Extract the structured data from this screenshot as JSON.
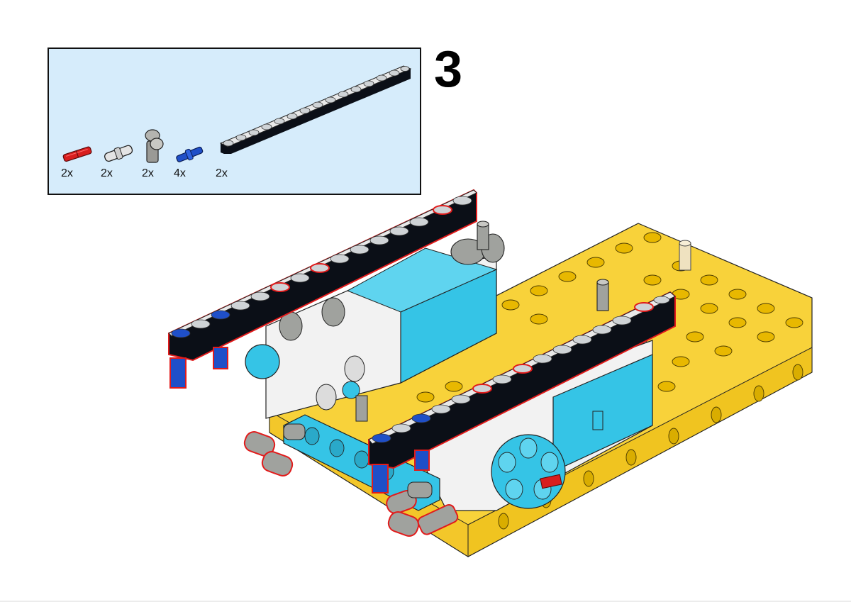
{
  "step": {
    "number": "3"
  },
  "parts_callout": {
    "background": "#d6ecfb",
    "parts": [
      {
        "name": "axle-2-red",
        "color": "#d81e1e",
        "quantity": "2x"
      },
      {
        "name": "connector-peg-light-gray",
        "color": "#c8c8c8",
        "quantity": "2x"
      },
      {
        "name": "angle-connector-gray",
        "color": "#9a9a96",
        "quantity": "2x"
      },
      {
        "name": "axle-peg-blue",
        "color": "#1f4fc8",
        "quantity": "4x"
      },
      {
        "name": "beam-15-black",
        "color": "#0b0f17",
        "quantity": "2x"
      }
    ]
  },
  "assembly": {
    "colors": {
      "frame_yellow": "#f8d23a",
      "motor_azure": "#35c4e6",
      "hub_white": "#f2f2f2",
      "beam_black": "#0b0f17",
      "pin_blue": "#1f4fc8",
      "connector_gray": "#a0a29e",
      "highlight_red": "#e11b1b",
      "tan_axle": "#efe2c0"
    }
  }
}
